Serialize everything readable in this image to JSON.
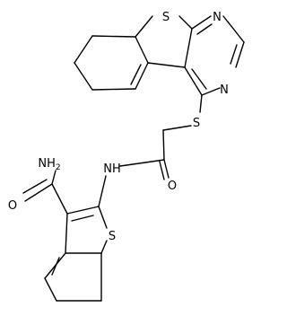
{
  "atoms": {
    "s1": "S",
    "n1": "N",
    "n2": "N",
    "s2": "S",
    "nh": "NH",
    "o1": "O",
    "nh2": "NH",
    "nh2_sub": "2",
    "o2": "O",
    "s3": "S"
  },
  "colors": {
    "bond": "#000000",
    "background": "#ffffff"
  }
}
